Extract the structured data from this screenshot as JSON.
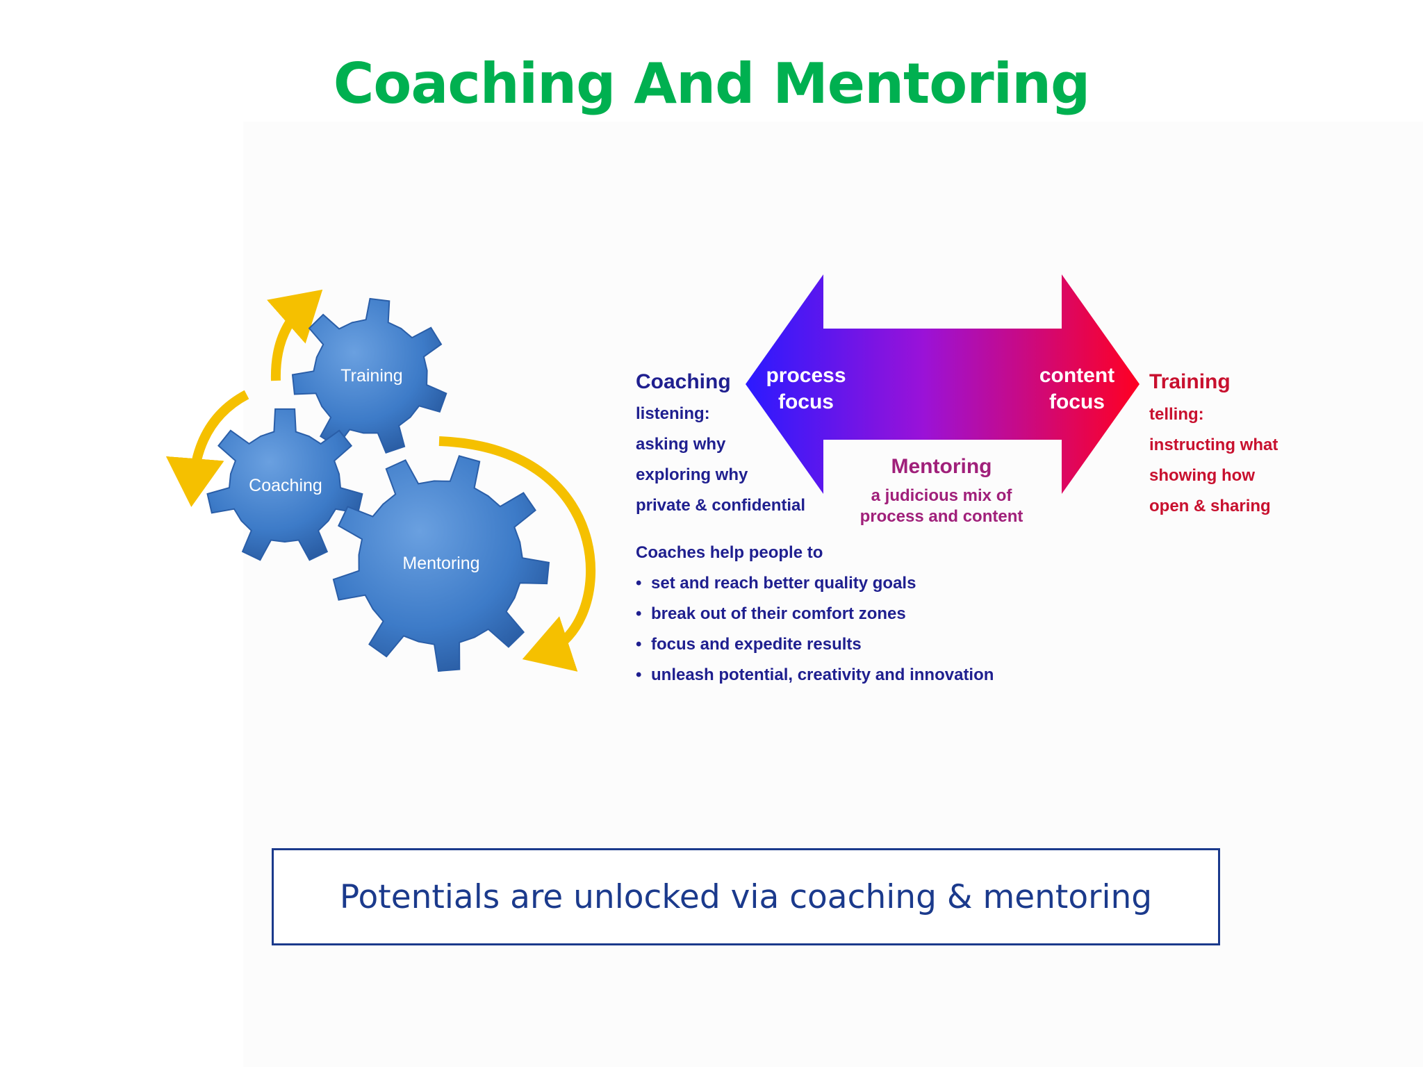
{
  "title": "Coaching And Mentoring",
  "gears": {
    "training": "Training",
    "coaching": "Coaching",
    "mentoring": "Mentoring"
  },
  "arrow": {
    "left_label_1": "process",
    "left_label_2": "focus",
    "right_label_1": "content",
    "right_label_2": "focus"
  },
  "coaching_col": {
    "heading": "Coaching",
    "items": [
      "listening:",
      "asking why",
      "exploring why",
      "private & confidential"
    ]
  },
  "mentoring_col": {
    "heading": "Mentoring",
    "line1": "a judicious mix of",
    "line2": "process and content"
  },
  "training_col": {
    "heading": "Training",
    "items": [
      "telling:",
      "instructing what",
      "showing how",
      "open & sharing"
    ]
  },
  "coaches": {
    "intro": "Coaches help people to",
    "bullets": [
      "set and reach better quality goals",
      "break out of their comfort zones",
      "focus and expedite results",
      "unleash potential, creativity and innovation"
    ]
  },
  "callout": "Potentials are unlocked via coaching & mentoring",
  "colors": {
    "title": "#00b050",
    "gear": "#3d7bc8",
    "cycle_arrow": "#f5c000",
    "arrow_left": "#2b1aff",
    "arrow_right": "#ff0022",
    "navy_text": "#1f1f8f",
    "red_text": "#c8102e"
  }
}
